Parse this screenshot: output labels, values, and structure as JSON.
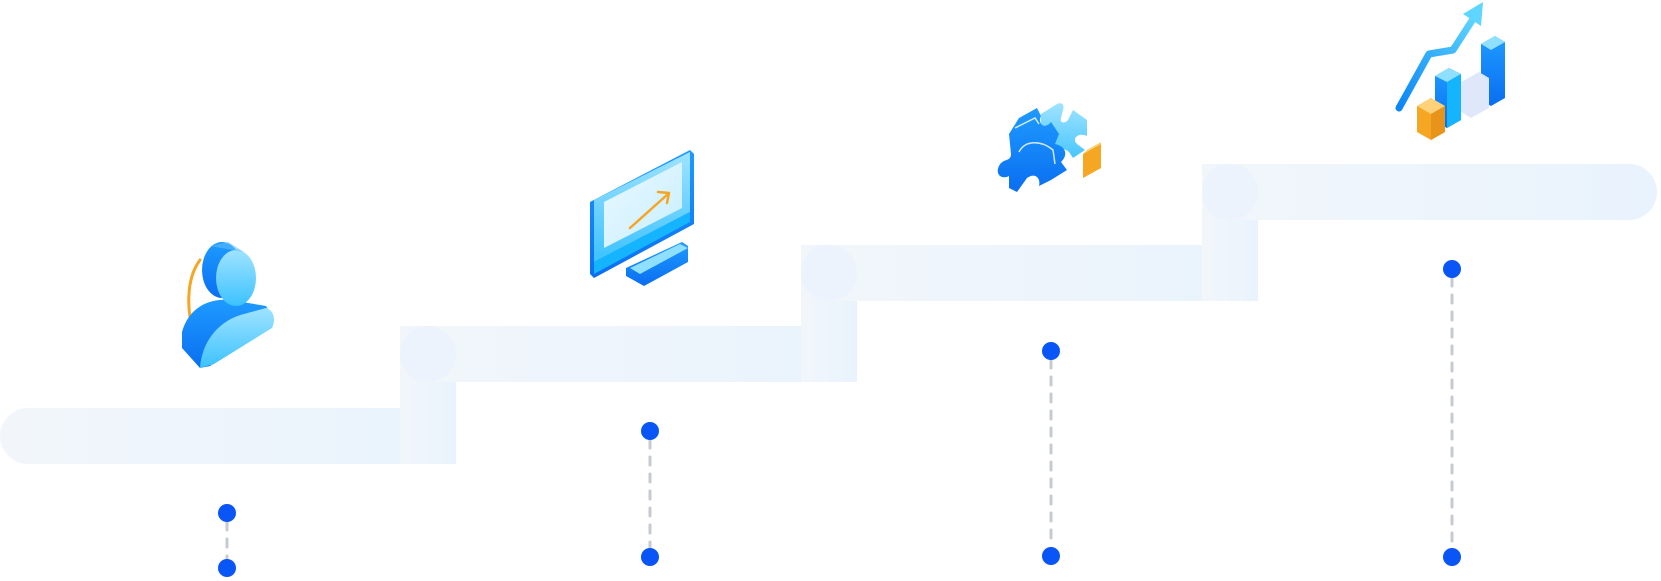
{
  "diagram": {
    "type": "growth-staircase",
    "steps": [
      {
        "id": "step-1",
        "icon": "user-profile-icon"
      },
      {
        "id": "step-2",
        "icon": "monitor-growth-icon"
      },
      {
        "id": "step-3",
        "icon": "puzzle-pieces-icon"
      },
      {
        "id": "step-4",
        "icon": "bar-chart-growth-icon"
      }
    ],
    "colors": {
      "band": "#eef5fd",
      "dot": "#0a55f5",
      "connector": "#c6cad3",
      "icon_blue_dark": "#0a7cf5",
      "icon_blue_mid": "#14b4ff",
      "icon_blue_light": "#7fd6ff",
      "icon_accent": "#f5a623"
    }
  }
}
